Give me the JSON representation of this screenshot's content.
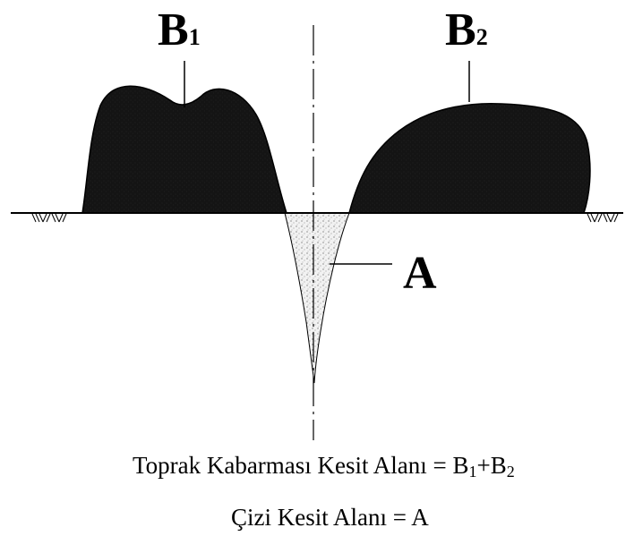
{
  "labels": {
    "b1_letter": "B",
    "b1_sub": "1",
    "b2_letter": "B",
    "b2_sub": "2",
    "a": "A"
  },
  "captions": {
    "line1_prefix": "Toprak Kabarması Kesit Alanı = B",
    "line1_sub1": "1",
    "line1_plus": "+B",
    "line1_sub2": "2",
    "line2": "Çizi Kesit Alanı = A"
  },
  "colors": {
    "mound_fill": "#111111",
    "trench_fill": "#e8e8e8",
    "line": "#000000"
  }
}
